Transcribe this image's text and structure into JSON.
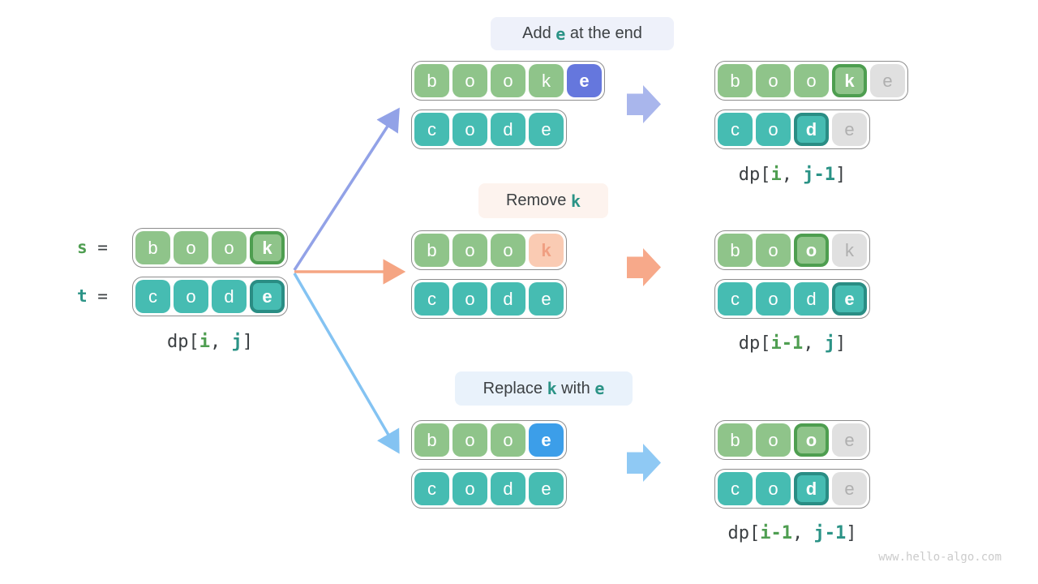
{
  "watermark": "www.hello-algo.com",
  "colors": {
    "dark": "#3c4043",
    "green": "#4f9e51",
    "teal": "#2b9386",
    "label_bg_add": "#eef1fa",
    "label_bg_remove": "#fdf3ee",
    "label_bg_replace": "#e9f2fb"
  },
  "cell_styles": {
    "green": {
      "bg": "#8fc48a",
      "fg": "#ffffff"
    },
    "green_hl": {
      "bg": "#8fc48a",
      "fg": "#ffffff",
      "border": "#4e9e50",
      "bold": true
    },
    "teal": {
      "bg": "#46bcb2",
      "fg": "#ffffff"
    },
    "teal_hl": {
      "bg": "#46bcb2",
      "fg": "#ffffff",
      "border": "#2a8d84",
      "bold": true
    },
    "gray": {
      "bg": "#e0e0e0",
      "fg": "#afafaf"
    },
    "indigo": {
      "bg": "#6577dd",
      "fg": "#ffffff",
      "bold": true
    },
    "blue": {
      "bg": "#3c9ee9",
      "fg": "#ffffff",
      "bold": true
    },
    "peach": {
      "bg": "#facbb3",
      "fg": "#f09f82",
      "bold": true
    }
  },
  "source": {
    "var_s": [
      {
        "t": "s",
        "c": "green",
        "b": true
      },
      {
        "t": " =",
        "c": "dark"
      }
    ],
    "var_t": [
      {
        "t": "t",
        "c": "teal",
        "b": true
      },
      {
        "t": " =",
        "c": "dark"
      }
    ],
    "row_s": [
      "b:green",
      "o:green",
      "o:green",
      "k:green_hl"
    ],
    "row_t": [
      "c:teal",
      "o:teal",
      "d:teal",
      "e:teal_hl"
    ],
    "caption": [
      {
        "t": "dp[",
        "c": "dark"
      },
      {
        "t": "i",
        "c": "green",
        "b": true
      },
      {
        "t": ", ",
        "c": "dark"
      },
      {
        "t": "j",
        "c": "teal",
        "b": true
      },
      {
        "t": "]",
        "c": "dark"
      }
    ]
  },
  "branches": [
    {
      "name": "add",
      "label_segments": [
        {
          "t": "Add ",
          "c": "dark"
        },
        {
          "t": "e",
          "c": "teal",
          "b": true,
          "mono": true
        },
        {
          "t": " at the end",
          "c": "dark"
        }
      ],
      "line_color": "#92a2e7",
      "arrow_color": "#a9b6ec",
      "before_rows": [
        [
          "b:green",
          "o:green",
          "o:green",
          "k:green",
          "e:indigo"
        ],
        [
          "c:teal",
          "o:teal",
          "d:teal",
          "e:teal"
        ]
      ],
      "after_rows": [
        [
          "b:green",
          "o:green",
          "o:green",
          "k:green_hl",
          "e:gray"
        ],
        [
          "c:teal",
          "o:teal",
          "d:teal_hl",
          "e:gray"
        ]
      ],
      "caption": [
        {
          "t": "dp[",
          "c": "dark"
        },
        {
          "t": "i",
          "c": "green",
          "b": true
        },
        {
          "t": ", ",
          "c": "dark"
        },
        {
          "t": "j-1",
          "c": "teal",
          "b": true
        },
        {
          "t": "]",
          "c": "dark"
        }
      ]
    },
    {
      "name": "remove",
      "label_segments": [
        {
          "t": "Remove ",
          "c": "dark"
        },
        {
          "t": "k",
          "c": "teal",
          "b": true,
          "mono": true
        }
      ],
      "line_color": "#f5a583",
      "arrow_color": "#f7a98a",
      "before_rows": [
        [
          "b:green",
          "o:green",
          "o:green",
          "k:peach"
        ],
        [
          "c:teal",
          "o:teal",
          "d:teal",
          "e:teal"
        ]
      ],
      "after_rows": [
        [
          "b:green",
          "o:green",
          "o:green_hl",
          "k:gray"
        ],
        [
          "c:teal",
          "o:teal",
          "d:teal",
          "e:teal_hl"
        ]
      ],
      "caption": [
        {
          "t": "dp[",
          "c": "dark"
        },
        {
          "t": "i-1",
          "c": "green",
          "b": true
        },
        {
          "t": ", ",
          "c": "dark"
        },
        {
          "t": "j",
          "c": "teal",
          "b": true
        },
        {
          "t": "]",
          "c": "dark"
        }
      ]
    },
    {
      "name": "replace",
      "label_segments": [
        {
          "t": "Replace ",
          "c": "dark"
        },
        {
          "t": "k",
          "c": "teal",
          "b": true,
          "mono": true
        },
        {
          "t": " with ",
          "c": "dark"
        },
        {
          "t": "e",
          "c": "teal",
          "b": true,
          "mono": true
        }
      ],
      "line_color": "#84c3f2",
      "arrow_color": "#8fc9f4",
      "before_rows": [
        [
          "b:green",
          "o:green",
          "o:green",
          "e:blue"
        ],
        [
          "c:teal",
          "o:teal",
          "d:teal",
          "e:teal"
        ]
      ],
      "after_rows": [
        [
          "b:green",
          "o:green",
          "o:green_hl",
          "e:gray"
        ],
        [
          "c:teal",
          "o:teal",
          "d:teal_hl",
          "e:gray"
        ]
      ],
      "caption": [
        {
          "t": "dp[",
          "c": "dark"
        },
        {
          "t": "i-1",
          "c": "green",
          "b": true
        },
        {
          "t": ", ",
          "c": "dark"
        },
        {
          "t": "j-1",
          "c": "teal",
          "b": true
        },
        {
          "t": "]",
          "c": "dark"
        }
      ]
    }
  ]
}
